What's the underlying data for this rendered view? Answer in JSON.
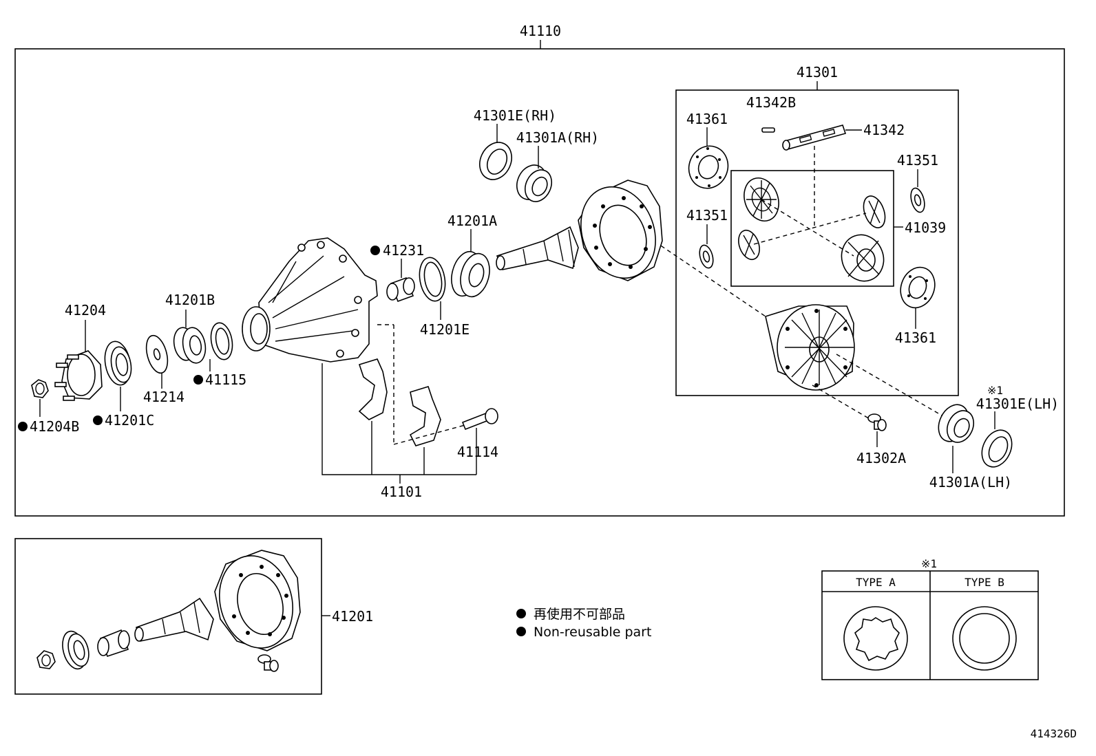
{
  "diagram": {
    "assembly_label": "41110",
    "carrier_kit_label": "41301",
    "lower_kit_label": "41201",
    "drawing_number": "414326D",
    "parts": {
      "p41342B": "41342B",
      "p41342": "41342",
      "p41361_top": "41361",
      "p41351_left": "41351",
      "p41351_right": "41351",
      "p41039": "41039",
      "p41361_bottom": "41361",
      "p41301E_RH": "41301E(RH)",
      "p41301A_RH": "41301A(RH)",
      "p41201A": "41201A",
      "p41231": "41231",
      "p41201E": "41201E",
      "p41201B": "41201B",
      "p41204": "41204",
      "p41214": "41214",
      "p41115": "41115",
      "p41204B": "41204B",
      "p41201C": "41201C",
      "p41114": "41114",
      "p41101": "41101",
      "p41302A": "41302A",
      "p41301A_LH": "41301A(LH)",
      "p41301E_LH": "41301E(LH)"
    },
    "note_mark": "※1",
    "legend": {
      "line_jp": "再使用不可部品",
      "line_en": "Non-reusable part"
    },
    "type_table": {
      "mark": "※1",
      "col_a": "TYPE  A",
      "col_b": "TYPE  B"
    }
  }
}
